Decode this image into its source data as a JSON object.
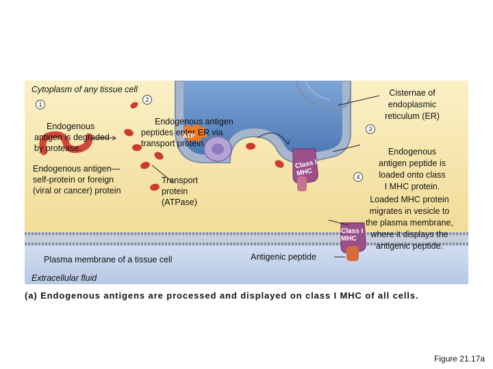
{
  "labels": {
    "cytoplasm": "Cytoplasm of any tissue cell",
    "step1_num": "1",
    "step1_text": "Endogenous\nantigen is degraded\nby protease.",
    "step2_num": "2",
    "step2_text": "Endogenous antigen\npeptides enter ER via\ntransport protein.",
    "atp": "ATP",
    "endogenous_antigen": "Endogenous antigen—\nself-protein or foreign\n(viral or cancer) protein",
    "transport_protein": "Transport\nprotein\n(ATPase)",
    "class_i_mhc_er": "Class I\nMHC",
    "class_i_mhc_membrane": "Class I\nMHC",
    "plasma_membrane": "Plasma membrane of a tissue cell",
    "antigenic_peptide": "Antigenic peptide",
    "extracellular_fluid": "Extracellular fluid",
    "er_cisternae": "Cisternae of\nendoplasmic\nreticulum (ER)",
    "step3_num": "3",
    "step3_text": "Endogenous\nantigen peptide is\nloaded onto class\nI MHC protein.",
    "step4_num": "4",
    "step4_text": "Loaded MHC protein\nmigrates in vesicle to\nthe plasma membrane,\nwhere it displays the\nantigenic peptide."
  },
  "caption": "(a) Endogenous antigens are processed and displayed on class I MHC of all cells.",
  "figure_number": "Figure 21.17a",
  "colors": {
    "cytoplasm": "#f5e3a4",
    "extracellular": "#c4d3ea",
    "er": "#5b87c2",
    "membrane": "#9aa9bd",
    "peptide": "#cc3a2c",
    "mhc": "#9b4f8b",
    "transporter": "#a894cc"
  }
}
